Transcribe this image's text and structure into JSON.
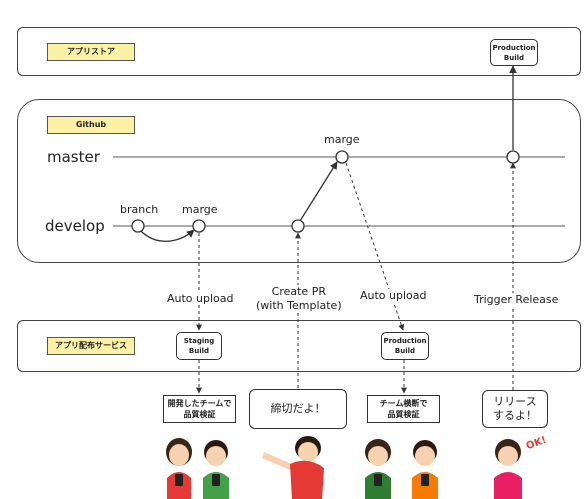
{
  "lanes": {
    "appstore": "アプリストア",
    "github": "Github",
    "distribution": "アプリ配布サービス"
  },
  "branches": {
    "master": "master",
    "develop": "develop"
  },
  "labels": {
    "branch": "branch",
    "merge_develop": "marge",
    "merge_master": "marge",
    "auto_upload_1": "Auto upload",
    "create_pr": "Create PR\n(with Template)",
    "auto_upload_2": "Auto upload",
    "trigger_release": "Trigger Release"
  },
  "builds": {
    "production_store": "Production\nBuild",
    "staging": "Staging\nBuild",
    "production_dist": "Production\nBuild"
  },
  "notes": {
    "dev_team": "開発したチームで\n品質検証",
    "cross_team": "チーム横断で\n品質検証"
  },
  "bubbles": {
    "deadline": "締切だよ！",
    "release": "リリース\nするよ！"
  },
  "ok_mark": "OK!",
  "colors": {
    "lane_tag": "#fdf1a6",
    "line": "#333333",
    "shirt_red": "#e53935",
    "shirt_green": "#43a047",
    "shirt_orange": "#f57c00",
    "shirt_pink": "#e91e63"
  }
}
